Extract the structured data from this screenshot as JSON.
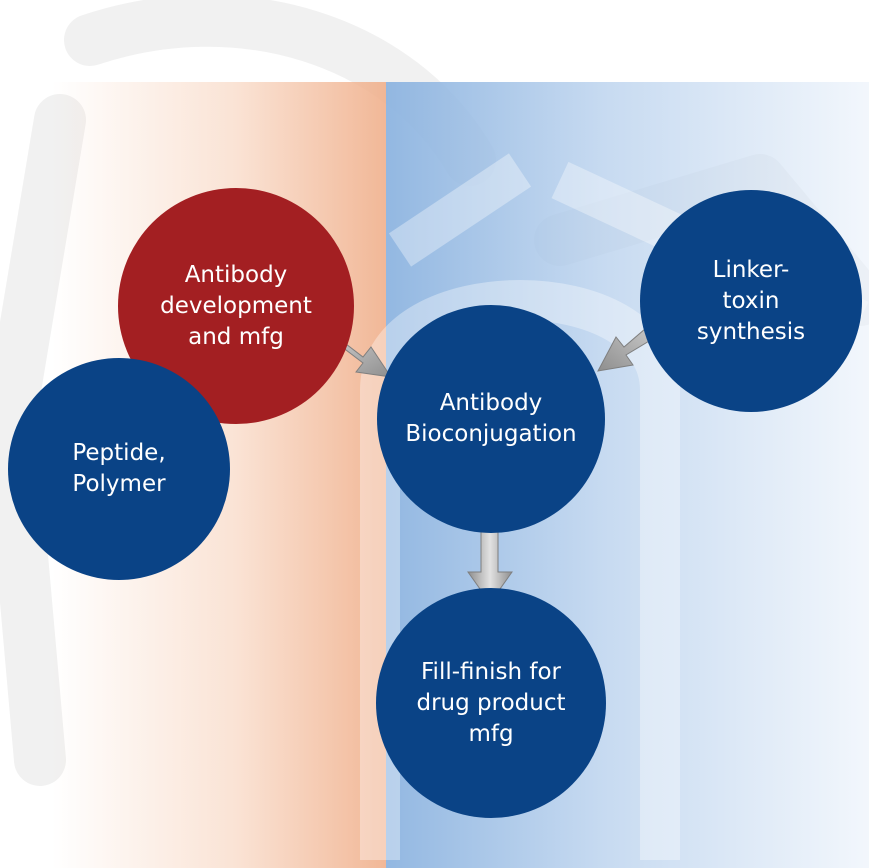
{
  "colors": {
    "node_blue": "#0a4386",
    "node_red": "#a31f22",
    "arrow_gray": "#a9a9a9",
    "left_panel": "#f0b08c",
    "right_panel": "#8db4e0"
  },
  "nodes": {
    "antibody_development": "Antibody\ndevelopment\nand mfg",
    "linker_toxin": "Linker-\ntoxin\nsynthesis",
    "bioconjugation": "Antibody\nBioconjugation",
    "peptide_polymer": "Peptide,\nPolymer",
    "fill_finish": "Fill-finish for\ndrug product\nmfg"
  }
}
